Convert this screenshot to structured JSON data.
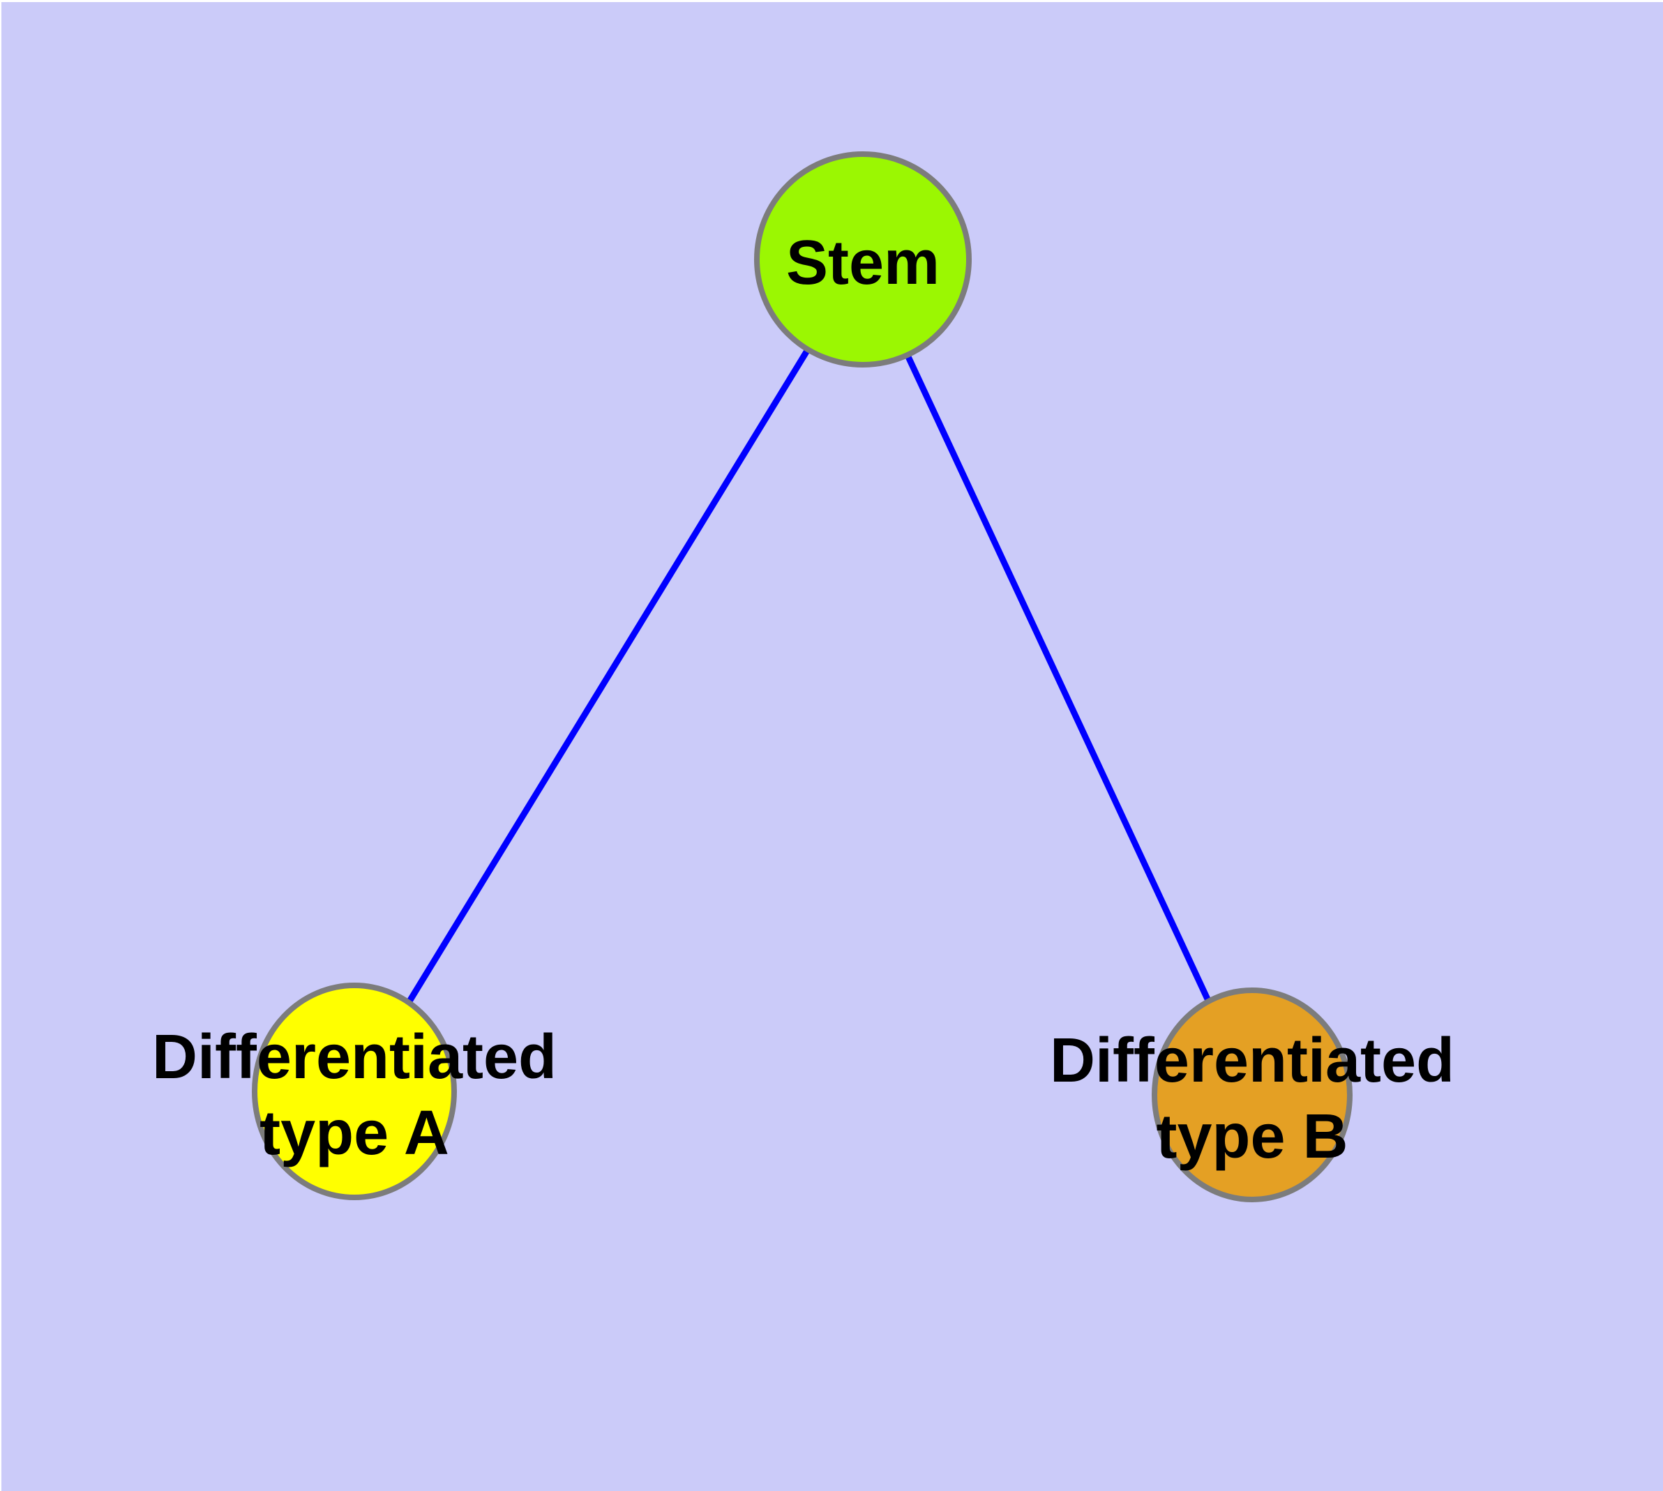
{
  "figure": {
    "kind": "node-link-diagram",
    "description": "Graph of a stem cell differentiating into two cell types",
    "frame_color": "#ffffff",
    "background_color": "#cbcbf9",
    "edge_color": "#0000ff",
    "node_border_color": "#7c7c7c",
    "label_color": "#000000",
    "nodes": [
      {
        "id": "stem",
        "label": "Stem",
        "lines": [
          "Stem"
        ],
        "fill": "#9bf702"
      },
      {
        "id": "diff_a",
        "label": "Differentiated type A",
        "lines": [
          "Differentiated",
          "type A"
        ],
        "fill": "#ffff00"
      },
      {
        "id": "diff_b",
        "label": "Differentiated type B",
        "lines": [
          "Differentiated",
          "type B"
        ],
        "fill": "#e4a024"
      }
    ],
    "edges": [
      {
        "from": "Stem",
        "to": "Differentiated type A"
      },
      {
        "from": "Stem",
        "to": "Differentiated type B"
      }
    ]
  }
}
